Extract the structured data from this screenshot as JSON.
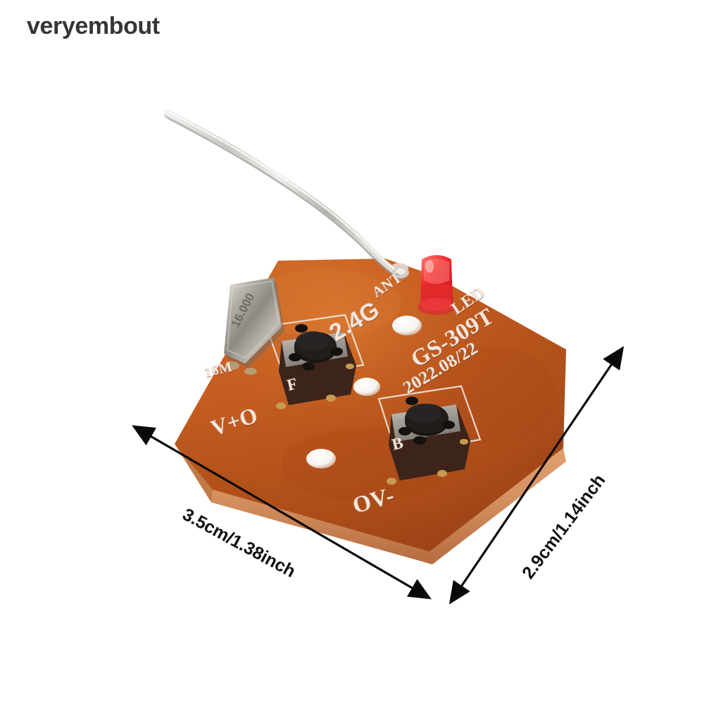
{
  "watermark": {
    "text": "veryembout"
  },
  "product": {
    "type": "2.4G RC remote control transmitter PCB module",
    "board_color": "#b8551f",
    "silkscreen_color": "#f3e6dd",
    "background": "#ffffff",
    "silkscreen": {
      "antenna_label": "ANT",
      "led_label": "LED",
      "frequency_label": "2.4G",
      "model_label": "GS-309T",
      "date_label": "2022.08/22",
      "crystal_label": "16M",
      "button_forward_label": "F",
      "button_back_label": "B",
      "power_positive_label": "V+O",
      "power_negative_label": "OV-"
    },
    "components": {
      "crystal_marking": "16.000",
      "crystal_color": "#b9b3ab",
      "led_color": "#ee2b2b",
      "switch_top_color": "#8f8c88",
      "switch_plunger_color": "#1c1a19",
      "switch_base_color": "#452a1e",
      "antenna_color": "#d6d4d0"
    }
  },
  "dimensions": {
    "width": {
      "label": "3.5cm/1.38inch",
      "arrow": "double-headed"
    },
    "height": {
      "label": "2.9cm/1.14inch",
      "arrow": "double-headed"
    }
  }
}
